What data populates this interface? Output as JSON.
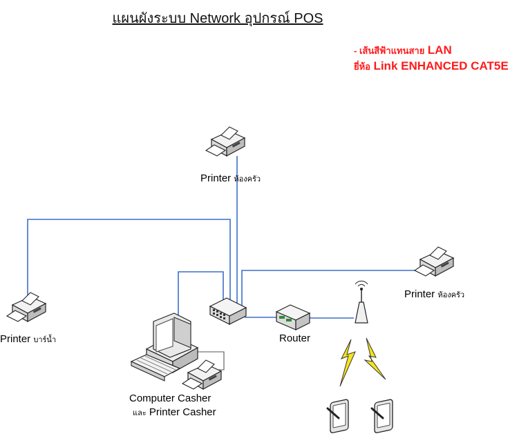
{
  "title": "แผนผังระบบ Network อุปกรณ์ POS",
  "legend": {
    "line1_prefix": "- เส้นสีฟ้าแทนสาย",
    "line1_emph": "LAN",
    "line2_prefix": "ยี่ห้อ",
    "line2_emph": "Link ENHANCED CAT5E",
    "color": "#ff1a1a"
  },
  "cable_color": "#3a6fc6",
  "labels": {
    "printer_top": {
      "name": "Printer",
      "suffix": "ห้องครัว"
    },
    "printer_right": {
      "name": "Printer",
      "suffix": "ห้องครัว"
    },
    "printer_left": {
      "name": "Printer",
      "suffix": "บาร์น้ำ"
    },
    "router": "Router",
    "computer_line1": "Computer Casher",
    "computer_line2_prefix": "และ",
    "computer_line2": "Printer Casher"
  },
  "icons": {
    "printer": "printer-icon",
    "switch": "network-switch-icon",
    "router": "router-icon",
    "access_point": "wireless-access-point-icon",
    "computer": "desktop-computer-icon",
    "lightning": "lightning-bolt-icon",
    "tablet": "tablet-icon"
  }
}
